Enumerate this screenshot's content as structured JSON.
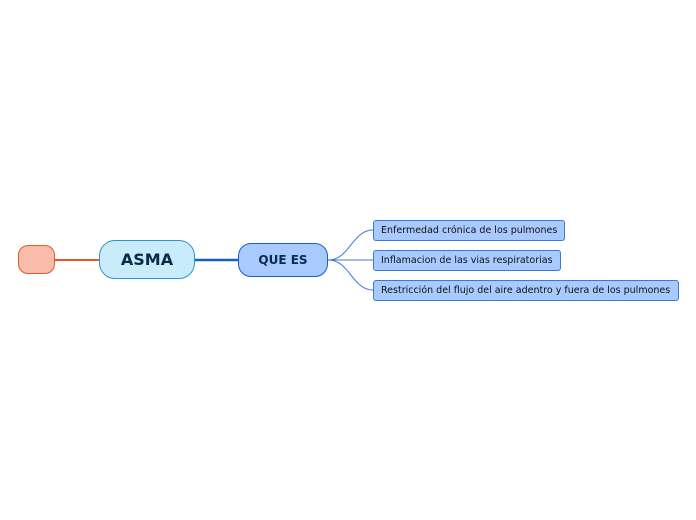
{
  "mindmap": {
    "floating_node": {
      "label": ""
    },
    "root": {
      "label": "ASMA"
    },
    "branch": {
      "label": "QUE ES",
      "children": [
        {
          "label": "Enfermedad crónica de los pulmones"
        },
        {
          "label": "Inflamacion de las vias respiratorias"
        },
        {
          "label": "Restricción del flujo del aire adentro y fuera de los pulmones"
        }
      ]
    }
  },
  "colors": {
    "floating_fill": "#f9bca8",
    "floating_border": "#e6572a",
    "root_fill": "#c9ecfb",
    "root_border": "#2f94c8",
    "branch_fill": "#a8caff",
    "branch_border": "#1560c8",
    "leaf_border": "#3b78d8"
  }
}
